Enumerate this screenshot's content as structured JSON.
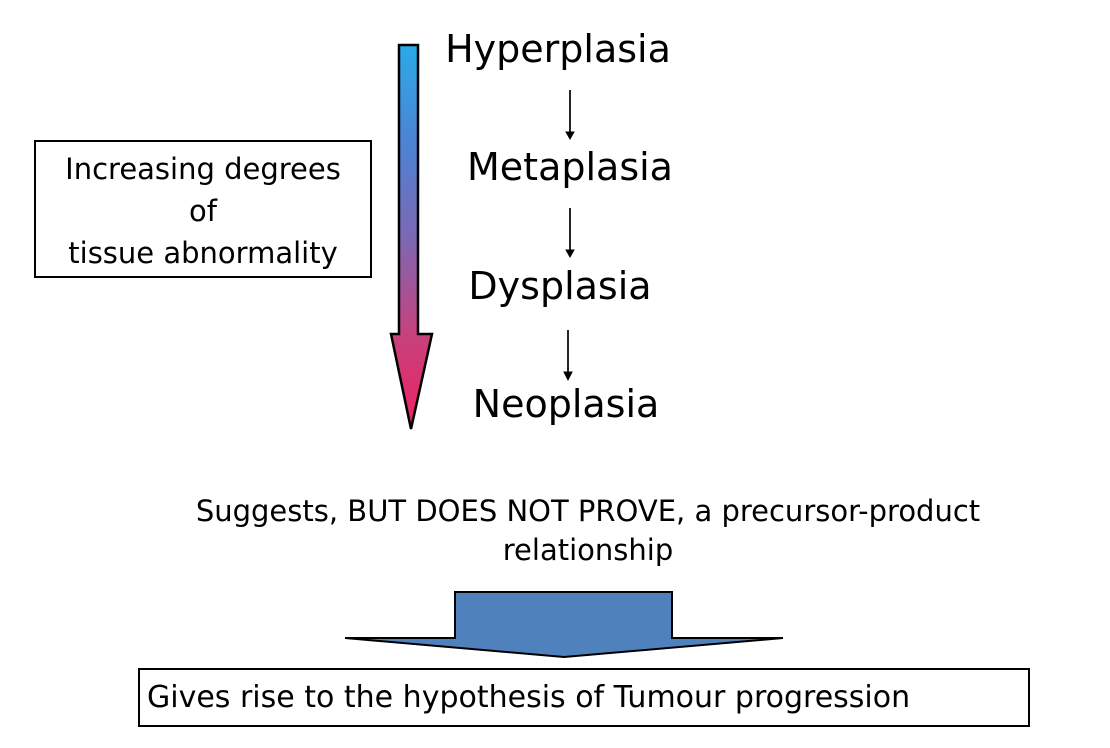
{
  "diagram": {
    "stages": [
      {
        "label": "Hyperplasia"
      },
      {
        "label": "Metaplasia"
      },
      {
        "label": "Dysplasia"
      },
      {
        "label": "Neoplasia"
      }
    ],
    "side_box": {
      "lines": [
        "Increasing degrees",
        "of",
        "tissue abnormality"
      ]
    },
    "note": {
      "lines": [
        "Suggests, BUT DOES NOT PROVE, a precursor-product",
        "relationship"
      ]
    },
    "conclusion_box": {
      "text": "Gives rise to the hypothesis of Tumour progression"
    },
    "icons": {
      "severity_arrow": "gradient-down-arrow-icon",
      "flow_arrow": "down-arrow-icon",
      "block_arrow": "block-down-arrow-icon"
    }
  },
  "colors": {
    "gradient_stops": [
      "#2BAAE8",
      "#4F81D2",
      "#7C68B3",
      "#C8417B",
      "#EF2163"
    ],
    "block_arrow_fill": "#4F81BD",
    "outline": "#000000",
    "text": "#000000",
    "background": "#FFFFFF"
  }
}
